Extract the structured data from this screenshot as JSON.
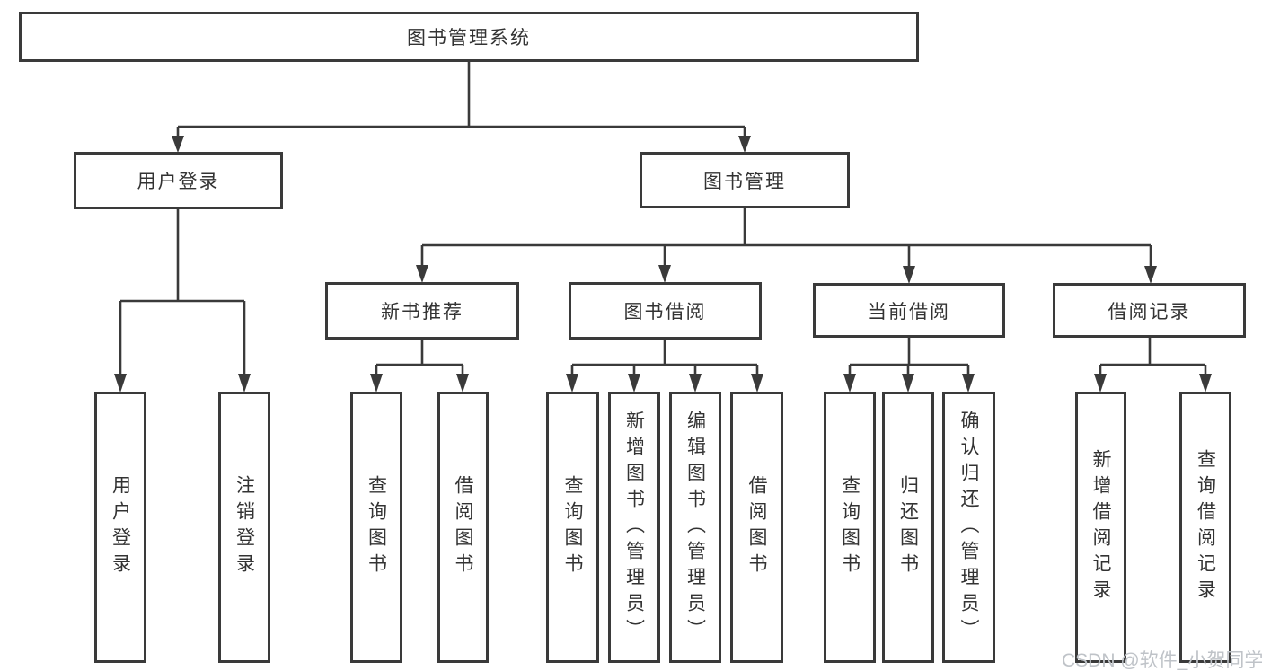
{
  "root": {
    "label": "图书管理系统"
  },
  "level2": [
    {
      "label": "用户登录"
    },
    {
      "label": "图书管理"
    }
  ],
  "level3": [
    {
      "label": "新书推荐"
    },
    {
      "label": "图书借阅"
    },
    {
      "label": "当前借阅"
    },
    {
      "label": "借阅记录"
    }
  ],
  "leaves": {
    "user_login": [
      "用户登录",
      "注销登录"
    ],
    "new_book": [
      "查询图书",
      "借阅图书"
    ],
    "borrowing": [
      "查询图书",
      "新增图书（管理员）",
      "编辑图书（管理员）",
      "借阅图书"
    ],
    "current": [
      "查询图书",
      "归还图书",
      "确认归还（管理员）"
    ],
    "records": [
      "新增借阅记录",
      "查询借阅记录"
    ]
  },
  "watermark": "CSDN @软件_小贺同学",
  "colors": {
    "line": "#3a3a3a",
    "text": "#333333",
    "watermark": "#bfc3c8",
    "background": "#ffffff"
  }
}
